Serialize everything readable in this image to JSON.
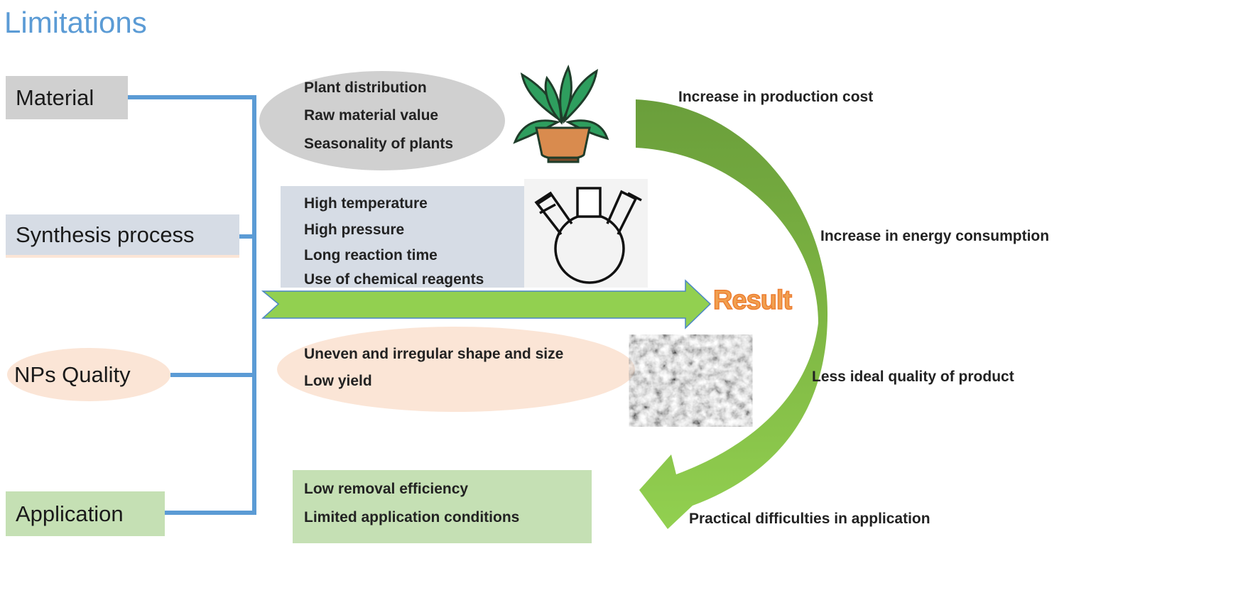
{
  "title": "Limitations",
  "categories": [
    {
      "label": "Material",
      "color": "#d0d0d0"
    },
    {
      "label": "Synthesis process",
      "color": "#d6dce5"
    },
    {
      "label": "NPs Quality",
      "color": "#fbe5d6"
    },
    {
      "label": "Application",
      "color": "#c5e0b4"
    }
  ],
  "details": {
    "material": [
      "Plant distribution",
      "Raw material value",
      "Seasonality of plants"
    ],
    "synthesis": [
      "High temperature",
      "High pressure",
      "Long reaction time",
      "Use of chemical reagents"
    ],
    "quality": [
      "Uneven and irregular shape and size",
      "Low yield"
    ],
    "application": [
      "Low removal efficiency",
      "Limited application conditions"
    ]
  },
  "result_label": "Result",
  "effects": [
    "Increase in production cost",
    "Increase in energy consumption",
    "Less ideal quality of product",
    "Practical difficulties in application"
  ],
  "colors": {
    "connector": "#5b9bd5",
    "arrow": "#92d050",
    "arrow_dark": "#6a9e3b",
    "result": "#ed7d31"
  },
  "icons": [
    "plant-pot-icon",
    "three-neck-flask-icon",
    "nanoparticle-micrograph"
  ]
}
